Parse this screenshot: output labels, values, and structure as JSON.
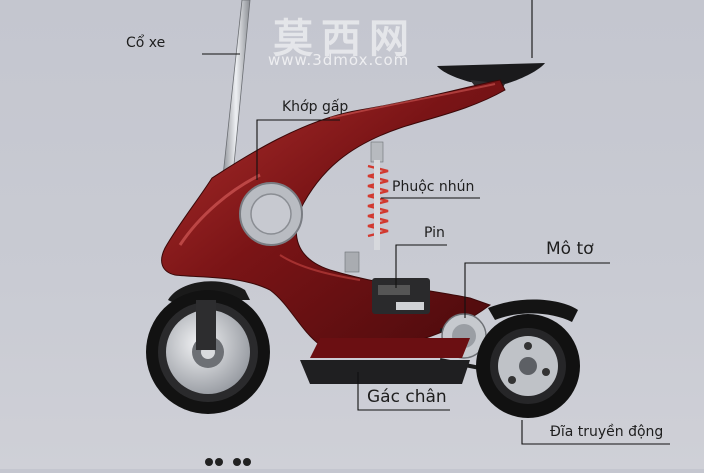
{
  "watermark": {
    "chinese": "莫西网",
    "url": "www.3dmox.com"
  },
  "labels": {
    "handlebar_stem": "Cổ xe",
    "folding_joint": "Khớp gấp",
    "suspension": "Phuộc nhún",
    "battery": "Pin",
    "motor": "Mô tơ",
    "footrest": "Gác chân",
    "drive_disc": "Đĩa truyền động"
  }
}
